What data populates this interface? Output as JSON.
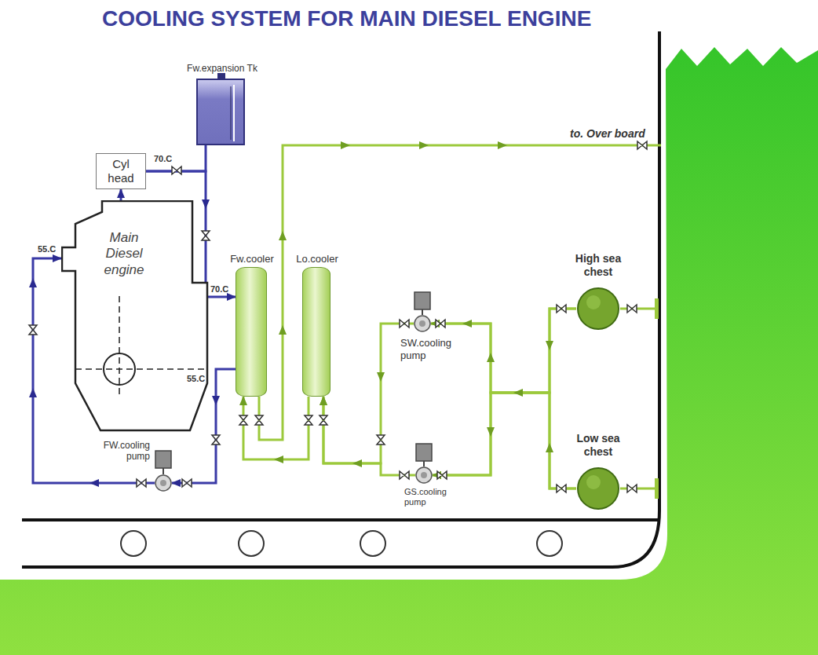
{
  "diagram": {
    "title": "COOLING SYSTEM FOR MAIN DIESEL ENGINE",
    "nodes": [
      {
        "text": [
          "Fw.expansion Tk"
        ]
      },
      {
        "text": [
          "Cyl head"
        ]
      },
      {
        "text": [
          "Main Diesel engine"
        ]
      },
      {
        "text": [
          "Fw.cooler"
        ]
      },
      {
        "text": [
          "Lo.cooler"
        ]
      },
      {
        "text": [
          "SW.cooling pump"
        ]
      },
      {
        "text": [
          "GS.cooling pump"
        ]
      },
      {
        "text": [
          "FW.cooling pump"
        ]
      },
      {
        "text": [
          "High sea chest"
        ]
      },
      {
        "text": [
          "Low sea chest"
        ]
      }
    ],
    "edges": [
      {
        "from": 2,
        "to": 1,
        "arrow": "to"
      },
      {
        "from": 0,
        "to": 1,
        "arrow": "none"
      },
      {
        "from": 1,
        "to": 3,
        "arrow": "to"
      },
      {
        "from": 3,
        "to": 7,
        "arrow": "to"
      },
      {
        "from": 7,
        "to": 2,
        "arrow": "to"
      },
      {
        "from": 8,
        "to": 5,
        "arrow": "to"
      },
      {
        "from": 8,
        "to": 6,
        "arrow": "to"
      },
      {
        "from": 9,
        "to": 5,
        "arrow": "to"
      },
      {
        "from": 9,
        "to": 6,
        "arrow": "to"
      },
      {
        "from": 5,
        "to": 4,
        "arrow": "to"
      },
      {
        "from": 6,
        "to": 4,
        "arrow": "to"
      },
      {
        "from": 4,
        "to": 3,
        "arrow": "to"
      }
    ],
    "labels": [
      "70.C",
      "55.C",
      "70.C",
      "55.C",
      "to. Over board"
    ]
  }
}
